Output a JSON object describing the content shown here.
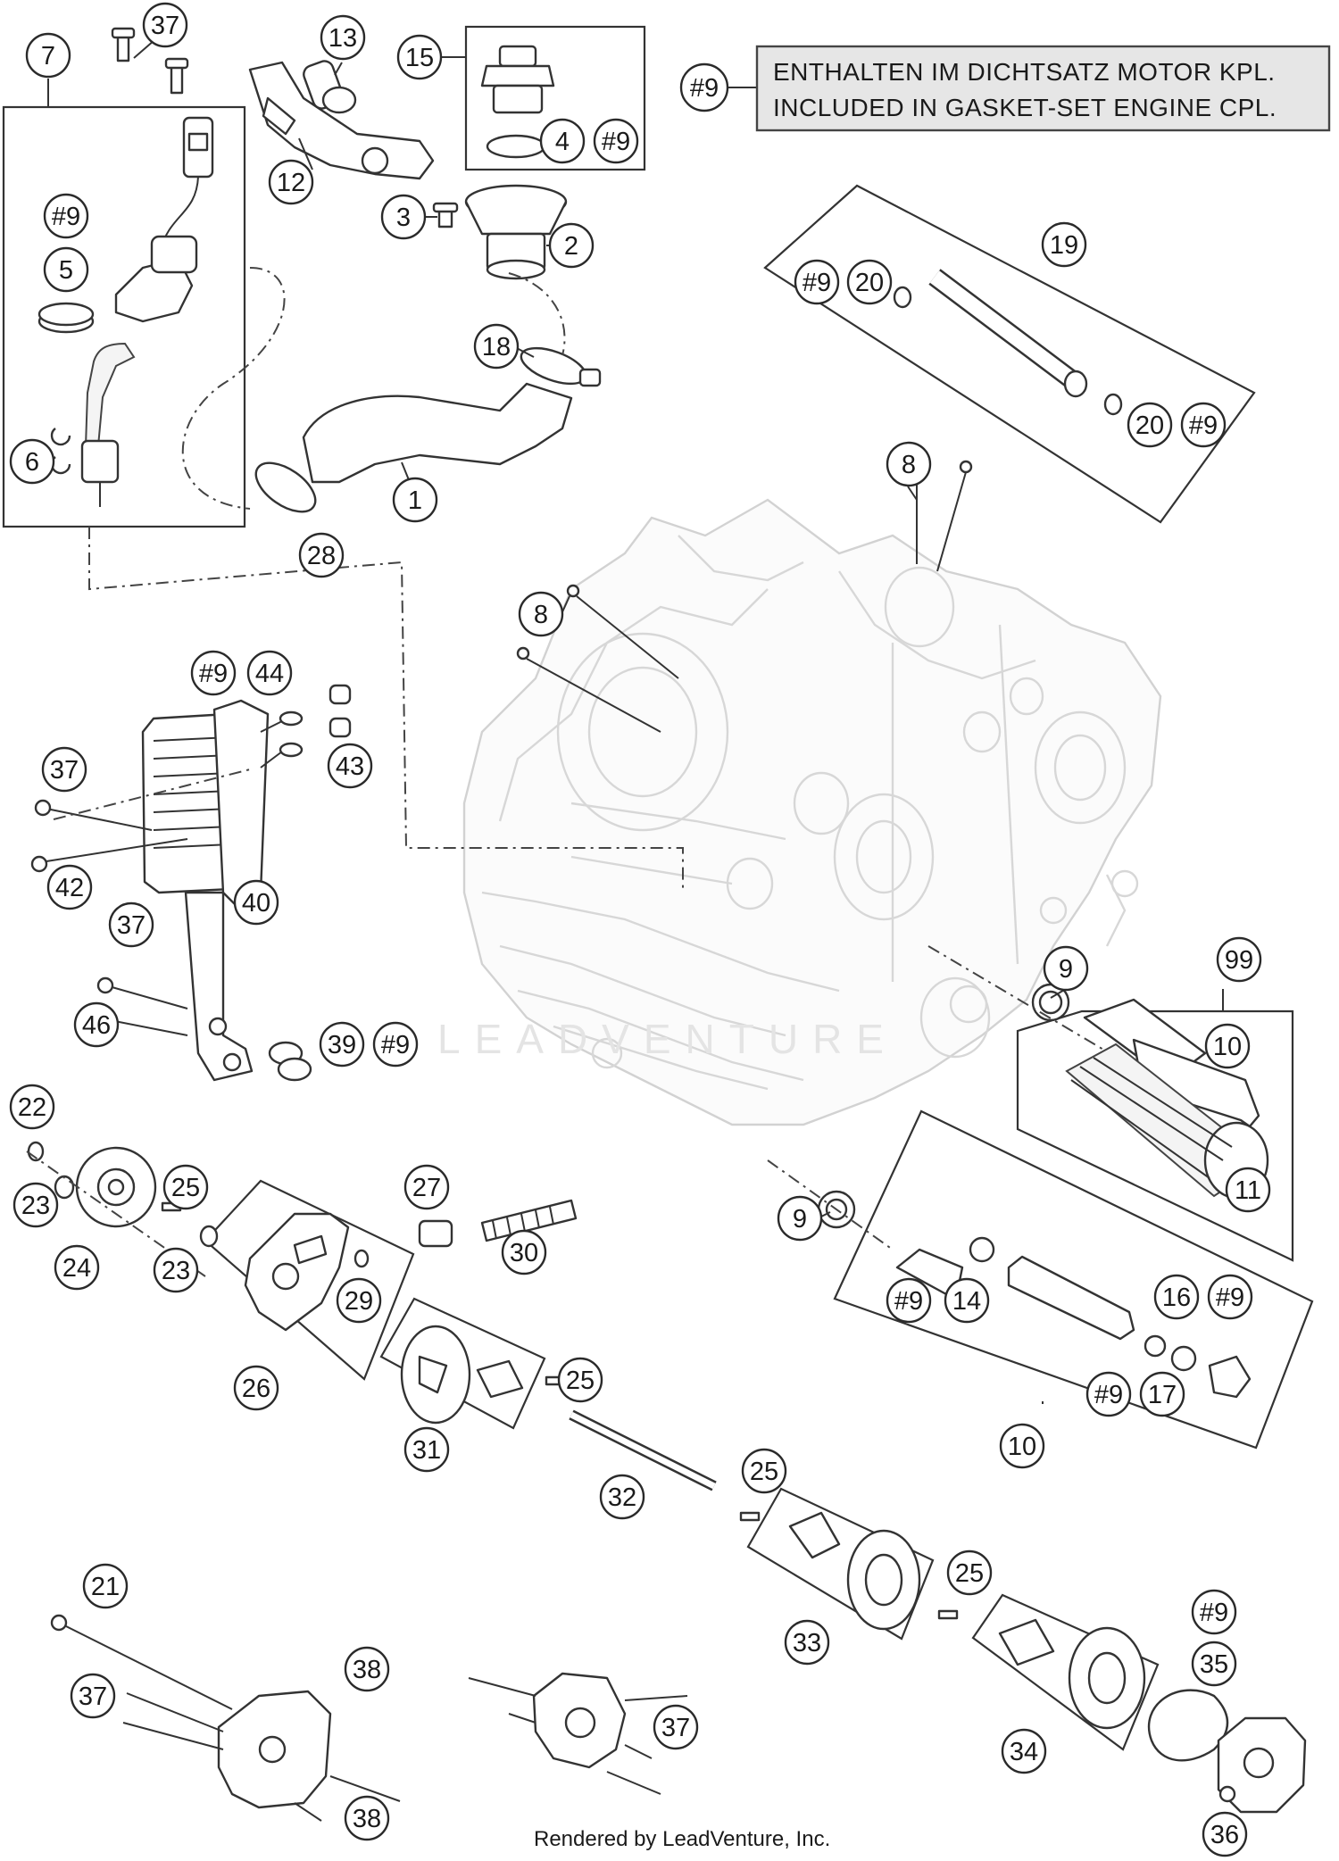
{
  "note": {
    "ref": "#9",
    "line_de": "ENTHALTEN IM DICHTSATZ MOTOR KPL.",
    "line_en": "INCLUDED IN GASKET-SET ENGINE CPL."
  },
  "watermark": "LEADVENTURE",
  "credit": "Rendered by LeadVenture, Inc.",
  "callouts": [
    {
      "id": "c1",
      "label": "1"
    },
    {
      "id": "c2",
      "label": "2"
    },
    {
      "id": "c3",
      "label": "3"
    },
    {
      "id": "c4",
      "label": "4"
    },
    {
      "id": "c4g",
      "label": "#9"
    },
    {
      "id": "c5",
      "label": "5"
    },
    {
      "id": "c5g",
      "label": "#9"
    },
    {
      "id": "c6",
      "label": "6"
    },
    {
      "id": "c7",
      "label": "7"
    },
    {
      "id": "c8a",
      "label": "8"
    },
    {
      "id": "c8b",
      "label": "8"
    },
    {
      "id": "c9a",
      "label": "9"
    },
    {
      "id": "c9b",
      "label": "9"
    },
    {
      "id": "c10a",
      "label": "10"
    },
    {
      "id": "c10b",
      "label": "10"
    },
    {
      "id": "c11",
      "label": "11"
    },
    {
      "id": "c12",
      "label": "12"
    },
    {
      "id": "c13",
      "label": "13"
    },
    {
      "id": "c14",
      "label": "14"
    },
    {
      "id": "c14g",
      "label": "#9"
    },
    {
      "id": "c15",
      "label": "15"
    },
    {
      "id": "c16",
      "label": "16"
    },
    {
      "id": "c16g",
      "label": "#9"
    },
    {
      "id": "c17",
      "label": "17"
    },
    {
      "id": "c17g",
      "label": "#9"
    },
    {
      "id": "c18",
      "label": "18"
    },
    {
      "id": "c19",
      "label": "19"
    },
    {
      "id": "c20a",
      "label": "20"
    },
    {
      "id": "c20ag",
      "label": "#9"
    },
    {
      "id": "c20b",
      "label": "20"
    },
    {
      "id": "c20bg",
      "label": "#9"
    },
    {
      "id": "c21",
      "label": "21"
    },
    {
      "id": "c22",
      "label": "22"
    },
    {
      "id": "c23a",
      "label": "23"
    },
    {
      "id": "c23b",
      "label": "23"
    },
    {
      "id": "c24",
      "label": "24"
    },
    {
      "id": "c25a",
      "label": "25"
    },
    {
      "id": "c25b",
      "label": "25"
    },
    {
      "id": "c25c",
      "label": "25"
    },
    {
      "id": "c25d",
      "label": "25"
    },
    {
      "id": "c26",
      "label": "26"
    },
    {
      "id": "c27",
      "label": "27"
    },
    {
      "id": "c28",
      "label": "28"
    },
    {
      "id": "c29",
      "label": "29"
    },
    {
      "id": "c30",
      "label": "30"
    },
    {
      "id": "c31",
      "label": "31"
    },
    {
      "id": "c32",
      "label": "32"
    },
    {
      "id": "c33",
      "label": "33"
    },
    {
      "id": "c34",
      "label": "34"
    },
    {
      "id": "c35",
      "label": "35"
    },
    {
      "id": "c35g",
      "label": "#9"
    },
    {
      "id": "c36",
      "label": "36"
    },
    {
      "id": "c37a",
      "label": "37"
    },
    {
      "id": "c37b",
      "label": "37"
    },
    {
      "id": "c37c",
      "label": "37"
    },
    {
      "id": "c37d",
      "label": "37"
    },
    {
      "id": "c37e",
      "label": "37"
    },
    {
      "id": "c38a",
      "label": "38"
    },
    {
      "id": "c38b",
      "label": "38"
    },
    {
      "id": "c39",
      "label": "39"
    },
    {
      "id": "c39g",
      "label": "#9"
    },
    {
      "id": "c40",
      "label": "40"
    },
    {
      "id": "c42",
      "label": "42"
    },
    {
      "id": "c43",
      "label": "43"
    },
    {
      "id": "c44",
      "label": "44"
    },
    {
      "id": "c44g",
      "label": "#9"
    },
    {
      "id": "c46",
      "label": "46"
    },
    {
      "id": "c99",
      "label": "99"
    }
  ]
}
